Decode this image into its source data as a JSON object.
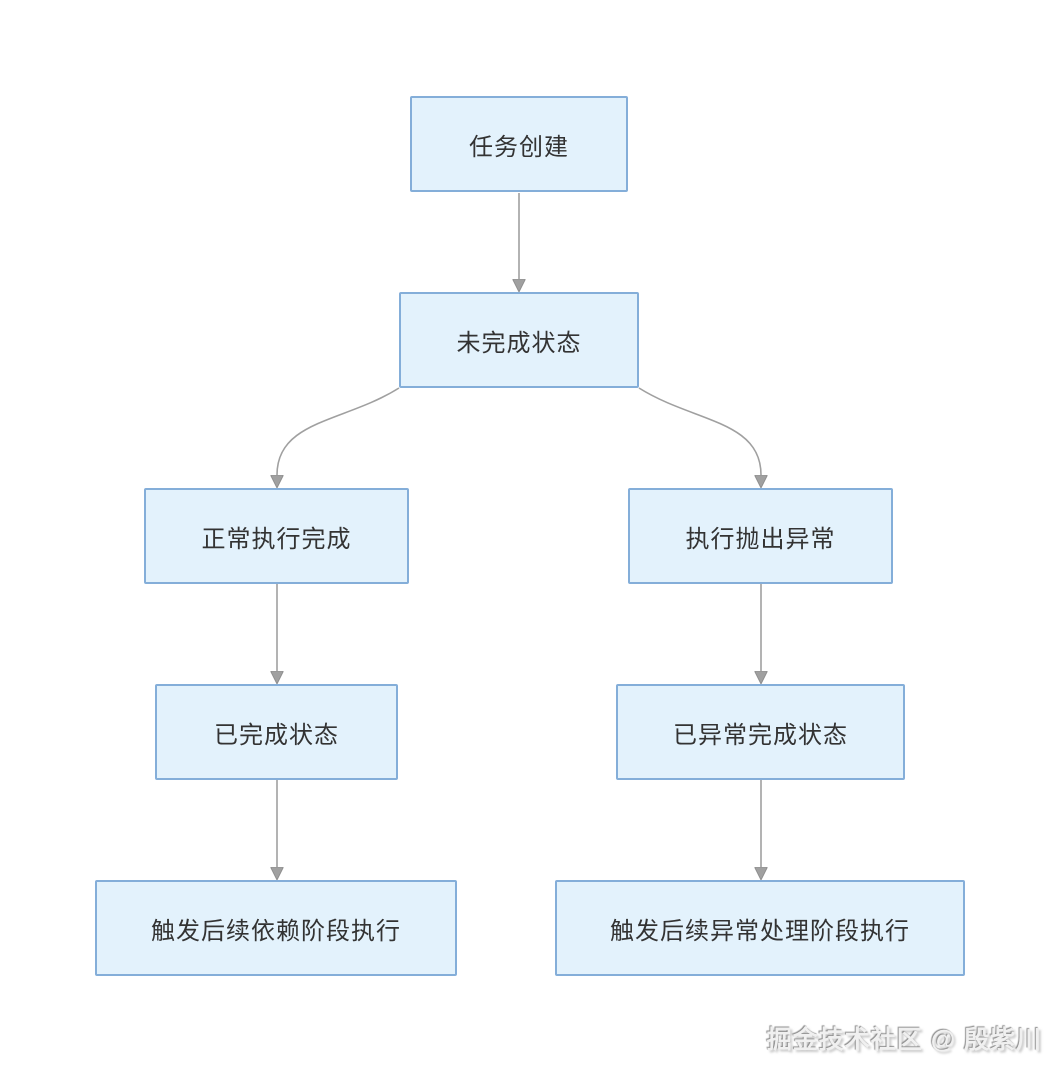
{
  "diagram": {
    "nodes": [
      {
        "id": "task-created",
        "label": "任务创建"
      },
      {
        "id": "incomplete-state",
        "label": "未完成状态"
      },
      {
        "id": "normal-completion",
        "label": "正常执行完成"
      },
      {
        "id": "execution-exception",
        "label": "执行抛出异常"
      },
      {
        "id": "completed-state",
        "label": "已完成状态"
      },
      {
        "id": "exception-completed-state",
        "label": "已异常完成状态"
      },
      {
        "id": "trigger-dependent-stage",
        "label": "触发后续依赖阶段执行"
      },
      {
        "id": "trigger-exception-stage",
        "label": "触发后续异常处理阶段执行"
      }
    ],
    "edges": [
      {
        "from": "task-created",
        "to": "incomplete-state"
      },
      {
        "from": "incomplete-state",
        "to": "normal-completion"
      },
      {
        "from": "incomplete-state",
        "to": "execution-exception"
      },
      {
        "from": "normal-completion",
        "to": "completed-state"
      },
      {
        "from": "execution-exception",
        "to": "exception-completed-state"
      },
      {
        "from": "completed-state",
        "to": "trigger-dependent-stage"
      },
      {
        "from": "exception-completed-state",
        "to": "trigger-exception-stage"
      }
    ],
    "colors": {
      "background": "#ffffff",
      "node_fill": "#e3f2fc",
      "node_border": "#84aed9",
      "node_text": "#333333",
      "connector": "#a0a0a0"
    },
    "watermark": "掘金技术社区 @ 殷紫川"
  }
}
